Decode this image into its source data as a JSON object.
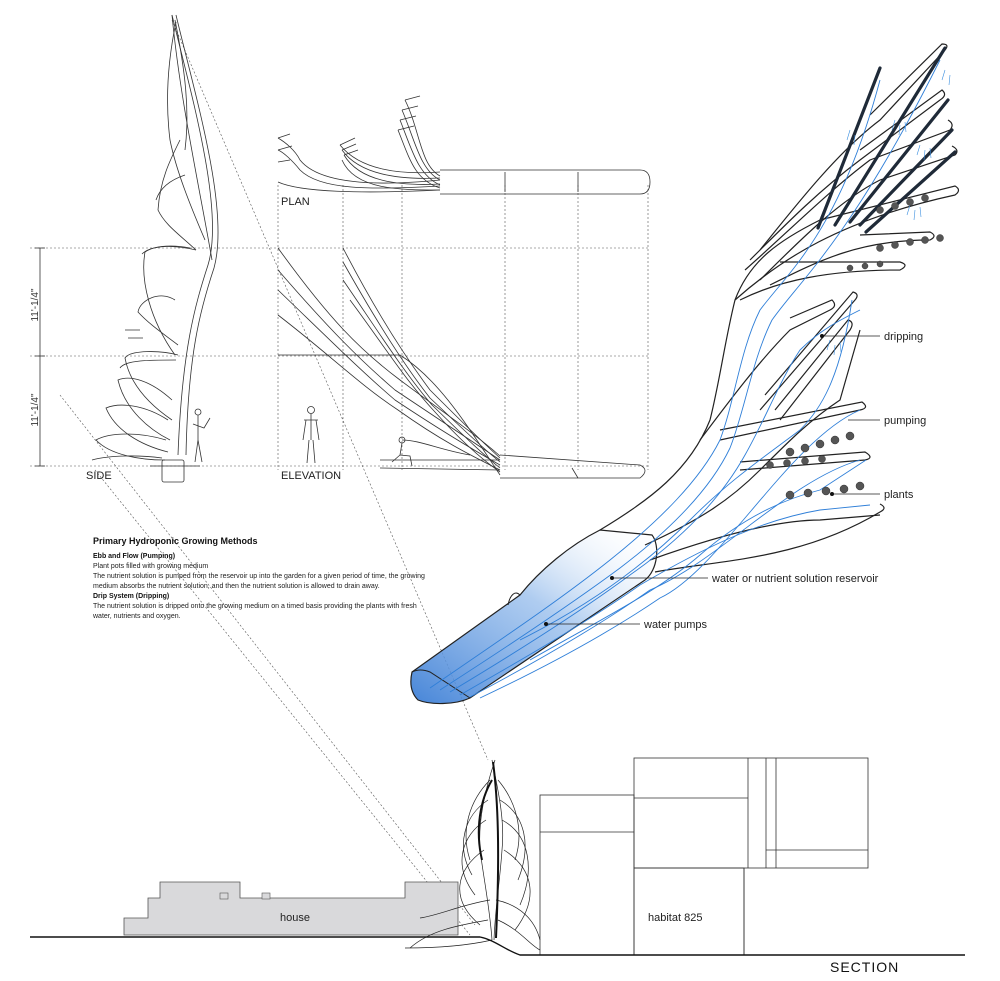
{
  "views": {
    "side": "SIDE",
    "plan": "PLAN",
    "elevation": "ELEVATION",
    "section": "SECTION"
  },
  "dimensions": {
    "upper": "11'-1/4\"",
    "lower": "11'-1/4\""
  },
  "callouts": {
    "dripping": "dripping",
    "pumping": "pumping",
    "plants": "plants",
    "reservoir": "water or nutrient solution reservoir",
    "pumps": "water pumps"
  },
  "section": {
    "house": "house",
    "habitat": "habitat 825"
  },
  "description": {
    "title": "Primary Hydroponic Growing Methods",
    "ebb_title": "Ebb and Flow (Pumping)",
    "ebb_line1": "Plant pots filled with growing medium",
    "ebb_line2": "The nutrient solution is pumped from the reservoir up into the garden for a given period of time, the growing",
    "ebb_line3": "medium absorbs the nutrient solution, and then the nutrient solution is allowed to drain away.",
    "drip_title": "Drip System (Dripping)",
    "drip_line1": "The nutrient solution is dripped onto the growing medium on a timed basis providing the plants with fresh",
    "drip_line2": "water, nutrients and oxygen."
  },
  "colors": {
    "water_blue": "#2f7fd8",
    "water_fill": "#7aaee8",
    "line_dark": "#222222",
    "house_fill": "#d9d9db"
  }
}
